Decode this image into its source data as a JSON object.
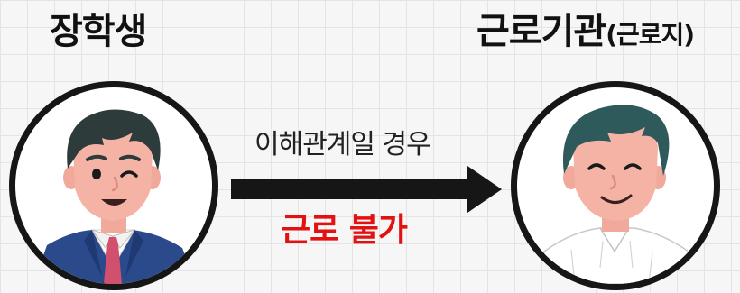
{
  "left_party": {
    "title": "장학생"
  },
  "right_party": {
    "title": "근로기관",
    "title_paren": "(근로지)"
  },
  "relation": {
    "condition": "이해관계일 경우",
    "result": "근로 불가"
  },
  "colors": {
    "result": "#e31212",
    "arrow": "#161616",
    "accent": "#e0742c"
  }
}
